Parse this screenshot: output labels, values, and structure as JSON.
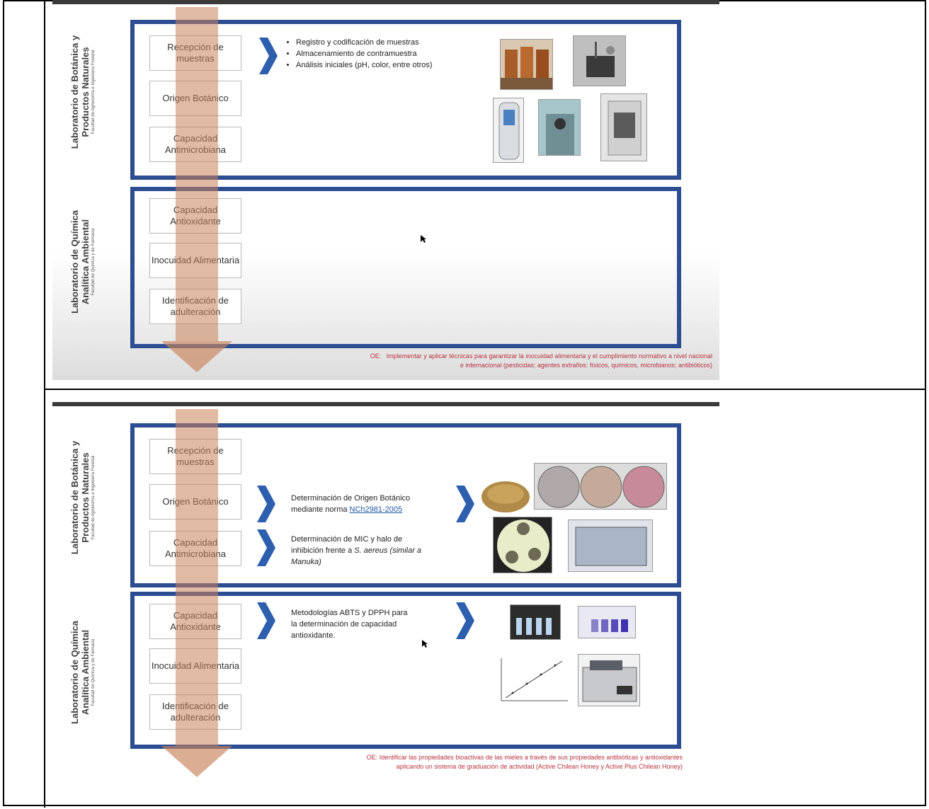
{
  "slide1": {
    "labs": [
      {
        "name_line1": "Laboratorio de Botánica y",
        "name_line2": "Productos Naturales",
        "faculty": "Facultad de Agronomía e Ingeniería Forestal"
      },
      {
        "name_line1": "Laboratorio de Química",
        "name_line2": "Analítica Ambiental",
        "faculty": "Facultad de Química y de Farmacia"
      }
    ],
    "stages": [
      "Recepción de muestras",
      "Origen Botánico",
      "Capacidad Antimicrobiana",
      "Capacidad Antioxidante",
      "Inocuidad Alimentaria",
      "Identificación de adulteración"
    ],
    "bullets": [
      "Registro y codificación de muestras",
      "Almacenamiento de contramuestra",
      "Análisis iniciales (pH, color, entre otros)"
    ],
    "oe_label": "OE:",
    "oe_line1": "Implementar y aplicar técnicas para  garantizar la inocuidad alimentaria y el cumplimiento normativo a nivel nacional",
    "oe_line2": "e internacional (pesticidas; agentes extraños: físicos, químicos, microbianos; antibióticos)"
  },
  "slide2": {
    "labs": [
      {
        "name_line1": "Laboratorio de Botánica y",
        "name_line2": "Productos Naturales",
        "faculty": "Facultad de Agronomía e Ingeniería Forestal"
      },
      {
        "name_line1": "Laboratorio de Química",
        "name_line2": "Analítica Ambiental",
        "faculty": "Facultad de Química y de Farmacia"
      }
    ],
    "stages": [
      "Recepción de muestras",
      "Origen Botánico",
      "Capacidad Antimicrobiana",
      "Capacidad Antioxidante",
      "Inocuidad Alimentaria",
      "Identificación de adulteración"
    ],
    "origen_text_line1": "Determinación de Origen Botánico",
    "origen_text_prefix": "mediante norma ",
    "origen_link": "NCh2981-2005",
    "mic_line1": "Determinación de MIC y halo de",
    "mic_line2_prefix": "inhibición frente a ",
    "mic_line2_italic": "S. aereus (similar a",
    "mic_line3_italic": "Manuka)",
    "antiox_line1": "Metodologías ABTS y  DPPH para",
    "antiox_line2": "la determinación de capacidad",
    "antiox_line3": "antioxidante.",
    "oe_line1": "OE: Identificar las propiedades bioactivas de las mieles a través de sus propiedades antibióticas y antioxidantes",
    "oe_line2": "aplicando un sistema de graduación de actividad (Active Chilean Honey y Active Plus Chilean Honey)"
  }
}
